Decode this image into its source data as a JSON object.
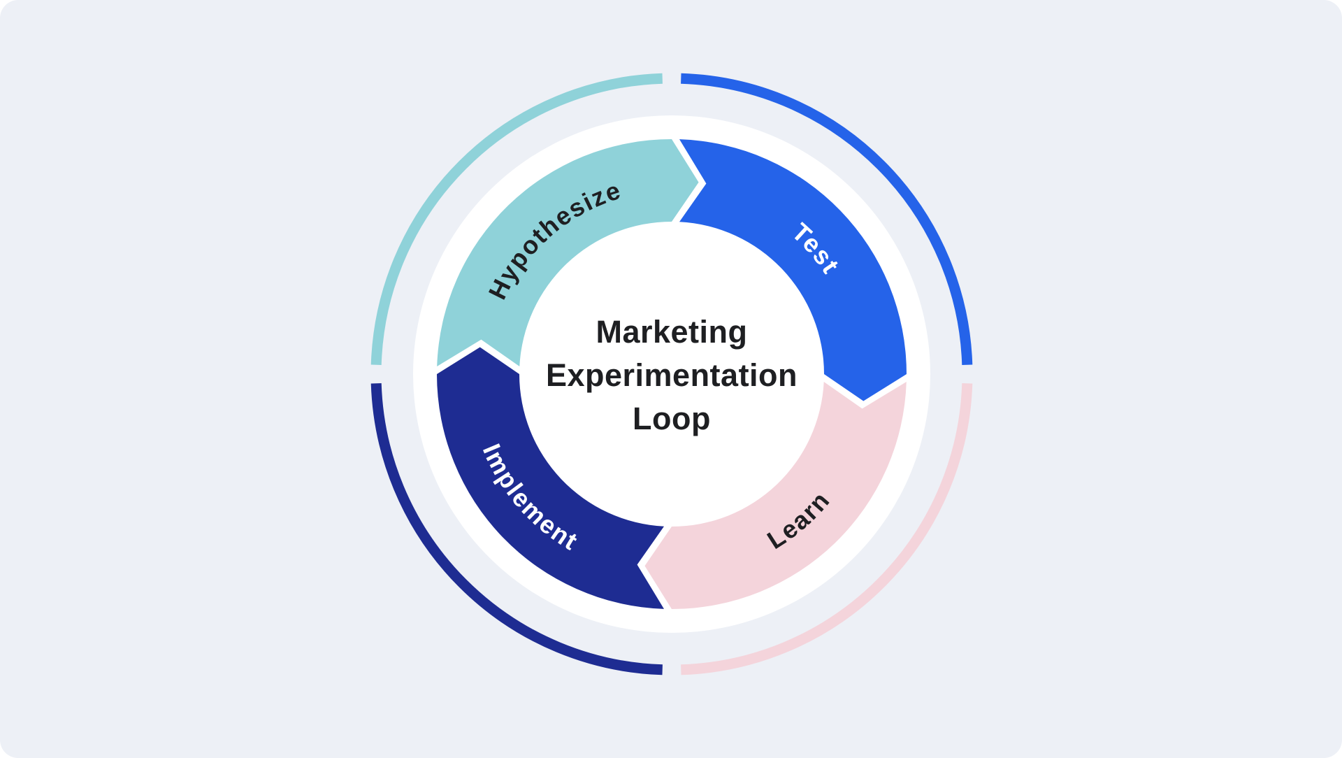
{
  "page": {
    "page_background": "#FFFFFF",
    "card_background": "#EDF0F6"
  },
  "diagram": {
    "title_lines": [
      "Marketing",
      "Experimentation",
      "Loop"
    ],
    "title_color": "#1E1F22",
    "wheel_background": "#FFFFFF",
    "flow_direction": "clockwise",
    "flow_order": [
      "Hypothesize",
      "Test",
      "Learn",
      "Implement"
    ],
    "segments": [
      {
        "id": "hypothesize",
        "label": "Hypothesize",
        "color": "#8FD2D9",
        "label_color": "#1E1F22",
        "start_angle": 180,
        "end_angle": 270,
        "text_side": "top"
      },
      {
        "id": "test",
        "label": "Test",
        "color": "#2563E9",
        "label_color": "#FFFFFF",
        "start_angle": 270,
        "end_angle": 360,
        "text_side": "top"
      },
      {
        "id": "learn",
        "label": "Learn",
        "color": "#F4D4DB",
        "label_color": "#1E1F22",
        "start_angle": 0,
        "end_angle": 90,
        "text_side": "bottom"
      },
      {
        "id": "implement",
        "label": "Implement",
        "color": "#1E2C92",
        "label_color": "#FFFFFF",
        "start_angle": 90,
        "end_angle": 180,
        "text_side": "bottom"
      }
    ]
  }
}
